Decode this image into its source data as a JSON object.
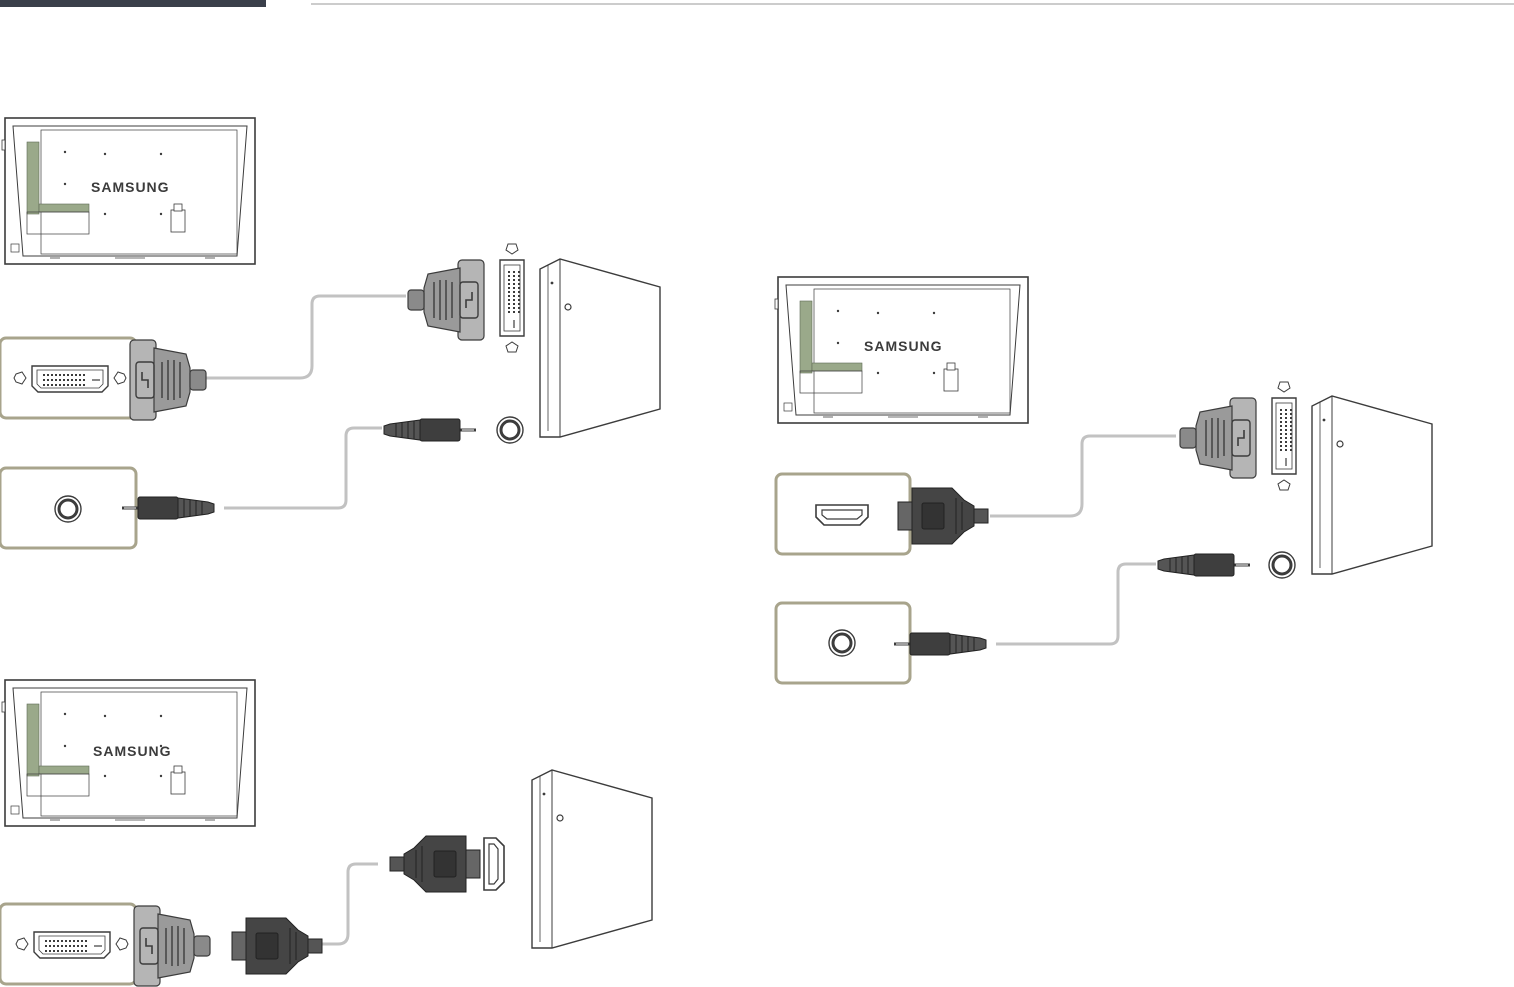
{
  "page": {
    "colors": {
      "header_bar": "#3a3f4a",
      "rule": "#9a9a9a",
      "line": "#3c3c3c",
      "port_box": "#a8a48c",
      "port_highlight": "#9aa98a",
      "cable": "#c2c2c2",
      "plug_dark": "#4a4a4a",
      "plug_grey": "#9a9a9a"
    }
  },
  "diagrams": [
    {
      "id": "dvi-to-dvi",
      "display_brand": "SAMSUNG",
      "display_port_icon": "dvi-port-icon",
      "audio_port_icon": "audio-jack-icon",
      "pc_port_icons": [
        "dvi-port-icon",
        "audio-jack-icon"
      ],
      "cable_icons": [
        "dvi-plug-icon",
        "stereo-plug-icon"
      ]
    },
    {
      "id": "hdmi-to-dvi",
      "display_brand": "SAMSUNG",
      "display_port_icon": "hdmi-port-icon",
      "audio_port_icon": "audio-jack-icon",
      "pc_port_icons": [
        "dvi-port-icon",
        "audio-jack-icon"
      ],
      "cable_icons": [
        "hdmi-plug-icon",
        "dvi-plug-icon",
        "stereo-plug-icon"
      ]
    },
    {
      "id": "dvi-to-hdmi",
      "display_brand": "SAMSUNG",
      "display_port_icon": "dvi-port-icon",
      "pc_port_icons": [
        "hdmi-port-icon"
      ],
      "cable_icons": [
        "dvi-plug-icon",
        "hdmi-plug-icon"
      ]
    }
  ]
}
